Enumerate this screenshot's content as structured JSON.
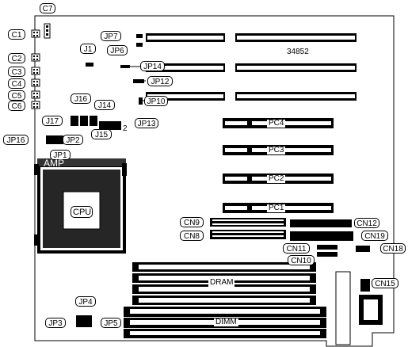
{
  "board": {
    "part_number": "34852",
    "cpu_label": "CPU",
    "amp_label": "AMP",
    "dram_label": "DRAM",
    "dimm_label": "DIMM",
    "connectors": {
      "c1": "C1",
      "c2": "C2",
      "c3": "C3",
      "c4": "C4",
      "c5": "C5",
      "c6": "C6",
      "c7": "C7",
      "cn8": "CN8",
      "cn9": "CN9",
      "cn10": "CN10",
      "cn11": "CN11",
      "cn12": "CN12",
      "cn15": "CN15",
      "cn18": "CN18",
      "cn19": "CN19"
    },
    "jumpers": {
      "j1": "J1",
      "j14": "J14",
      "j15": "J15",
      "j16": "J16",
      "j17": "J17",
      "jp1": "JP1",
      "jp2": "JP2",
      "jp3": "JP3",
      "jp4": "JP4",
      "jp5": "JP5",
      "jp6": "JP6",
      "jp7": "JP7",
      "jp10": "JP10",
      "jp12": "JP12",
      "jp13": "JP13",
      "jp14": "JP14",
      "jp16": "JP16"
    },
    "pci_slots": {
      "pc1": "PC1",
      "pc2": "PC2",
      "pc3": "PC3",
      "pc4": "PC4"
    },
    "pin_marker": "2"
  }
}
